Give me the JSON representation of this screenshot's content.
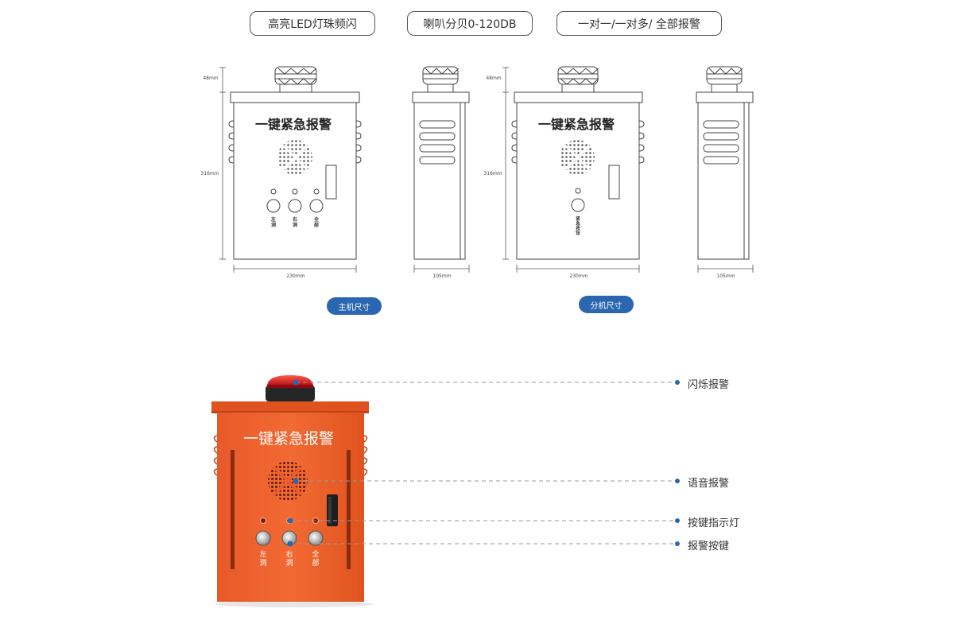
{
  "features": [
    "高亮LED灯珠频闪",
    "喇叭分贝0-120DB",
    "一对一/一对多/ 全部报警"
  ],
  "panel_title": "一键紧急报警",
  "host": {
    "height_top": "48mm",
    "height_body": "316mm",
    "width_front": "230mm",
    "width_side": "105mm",
    "buttons": [
      [
        "左",
        "洞"
      ],
      [
        "右",
        "洞"
      ],
      [
        "全",
        "部"
      ]
    ],
    "caption": "主机尺寸"
  },
  "sub": {
    "height_top": "48mm",
    "height_body": "316mm",
    "width_front": "230mm",
    "width_side": "105mm",
    "button": [
      "紧",
      "急",
      "按",
      "钮"
    ],
    "caption": "分机尺寸"
  },
  "photo": {
    "title": "一键紧急报警",
    "buttons": [
      [
        "左",
        "洞"
      ],
      [
        "右",
        "洞"
      ],
      [
        "全",
        "部"
      ]
    ],
    "body_color": "#ee5c2a",
    "lamp_color": "#d8141a"
  },
  "callouts": [
    "闪烁报警",
    "语音报警",
    "按键指示灯",
    "报警按键"
  ],
  "colors": {
    "accent": "#2b66b1",
    "dash": "#9a9a9a"
  }
}
